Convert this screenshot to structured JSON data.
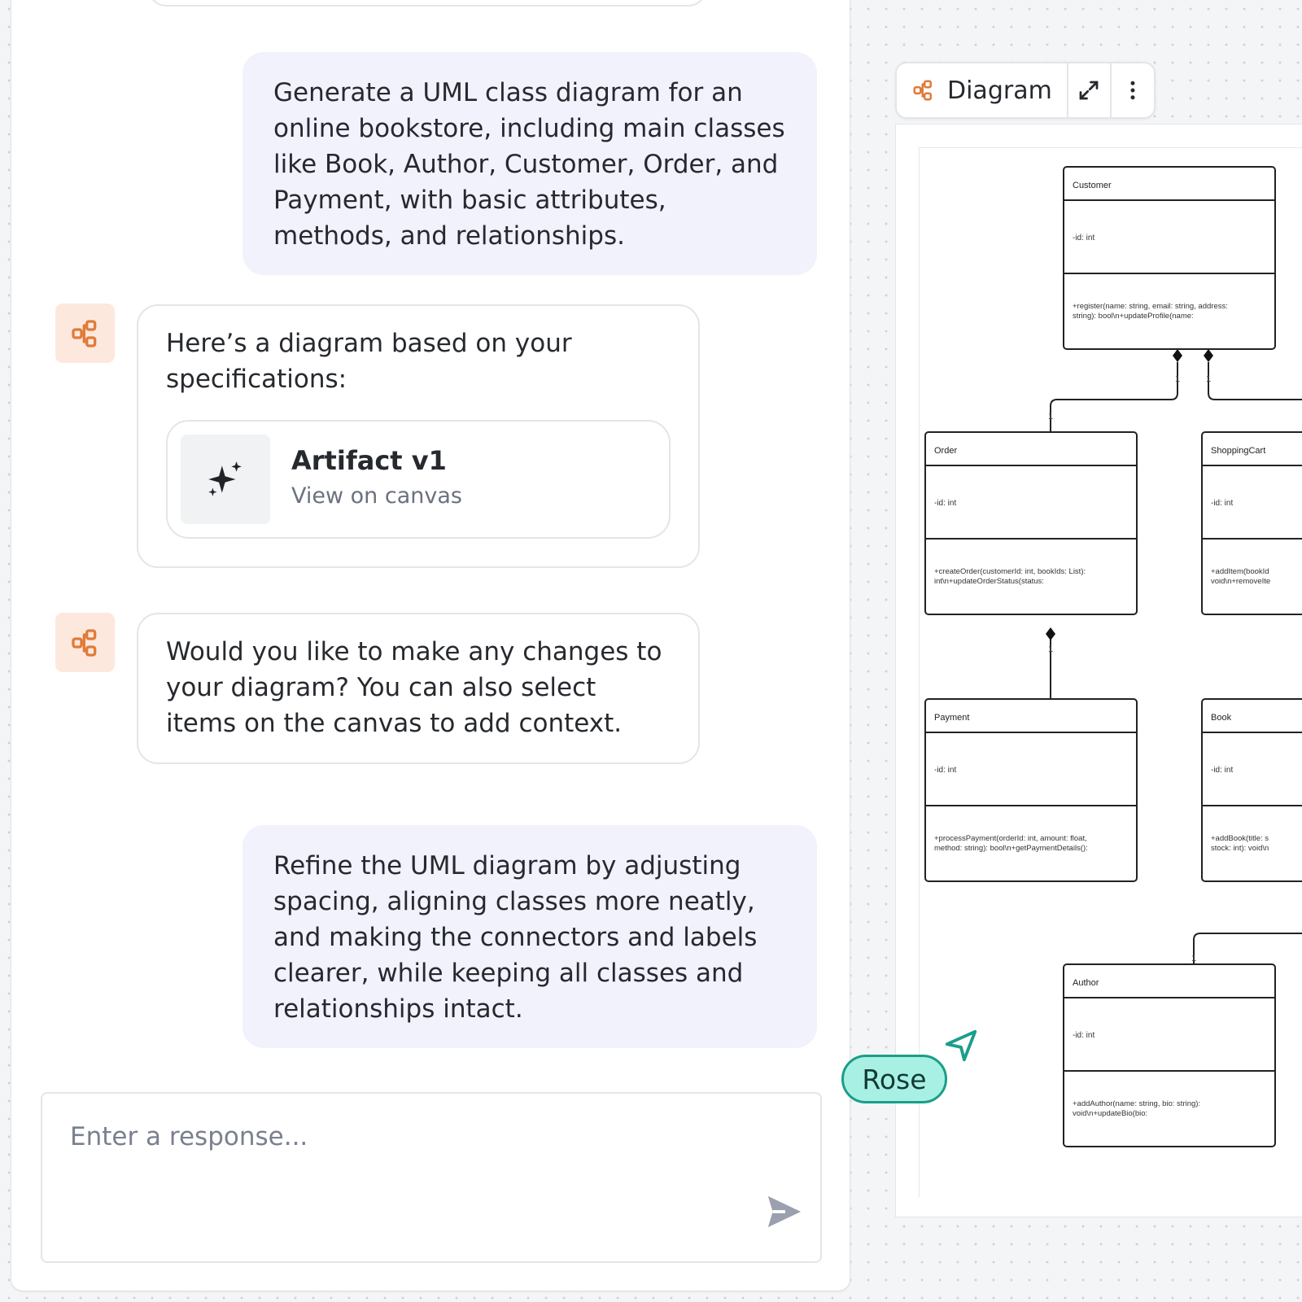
{
  "chat": {
    "messages": [
      {
        "role": "user",
        "text": "Generate a UML class diagram for an online bookstore, including main classes like Book, Author, Customer, Order, and Payment, with basic attributes, methods, and relationships."
      },
      {
        "role": "assistant",
        "text": "Here’s a diagram based on your specifications:"
      },
      {
        "role": "assistant",
        "text": "Would you like to make any changes to your diagram? You can also select items on the canvas to add context."
      },
      {
        "role": "user",
        "text": "Refine the UML diagram by adjusting spacing, aligning classes more neatly, and making the connectors and labels clearer, while keeping all classes and relationships intact."
      }
    ],
    "artifact": {
      "title": "Artifact v1",
      "link_label": "View on canvas",
      "icon": "sparkle-icon"
    },
    "input": {
      "placeholder": "Enter a response...",
      "value": ""
    },
    "avatar_icon": "diagram-icon",
    "send_icon": "send-icon"
  },
  "toolbar": {
    "label": "Diagram",
    "icons": [
      "diagram-icon",
      "expand-icon",
      "more-vertical-icon"
    ]
  },
  "diagram": {
    "classes": [
      {
        "name": "Customer",
        "attributes": "-id: int",
        "methods": [
          "+register(name: string, email: string, address:",
          "string): bool\\n+updateProfile(name:"
        ]
      },
      {
        "name": "Order",
        "attributes": "-id: int",
        "methods": [
          "+createOrder(customerId: int, bookIds: List):",
          "int\\n+updateOrderStatus(status:"
        ]
      },
      {
        "name": "ShoppingCart",
        "attributes": "-id: int",
        "methods": [
          "+addItem(bookId",
          "void\\n+removeIte"
        ]
      },
      {
        "name": "Payment",
        "attributes": "-id: int",
        "methods": [
          "+processPayment(orderId: int, amount: float,",
          "method: string): bool\\n+getPaymentDetails():"
        ]
      },
      {
        "name": "Book",
        "attributes": "-id: int",
        "methods": [
          "+addBook(title: s",
          "stock: int): void\\n"
        ]
      },
      {
        "name": "Author",
        "attributes": "-id: int",
        "methods": [
          "+addAuthor(name: string, bio: string):",
          "void\\n+updateBio(bio:"
        ]
      }
    ],
    "multiplicity_label": "1"
  },
  "collaborator": {
    "name": "Rose",
    "color": "#a9f0e4",
    "border": "#1a9e8a"
  },
  "colors": {
    "accent_orange": "#e07b39",
    "avatar_bg": "#fde8dd",
    "user_bubble": "#f1f2fc"
  }
}
